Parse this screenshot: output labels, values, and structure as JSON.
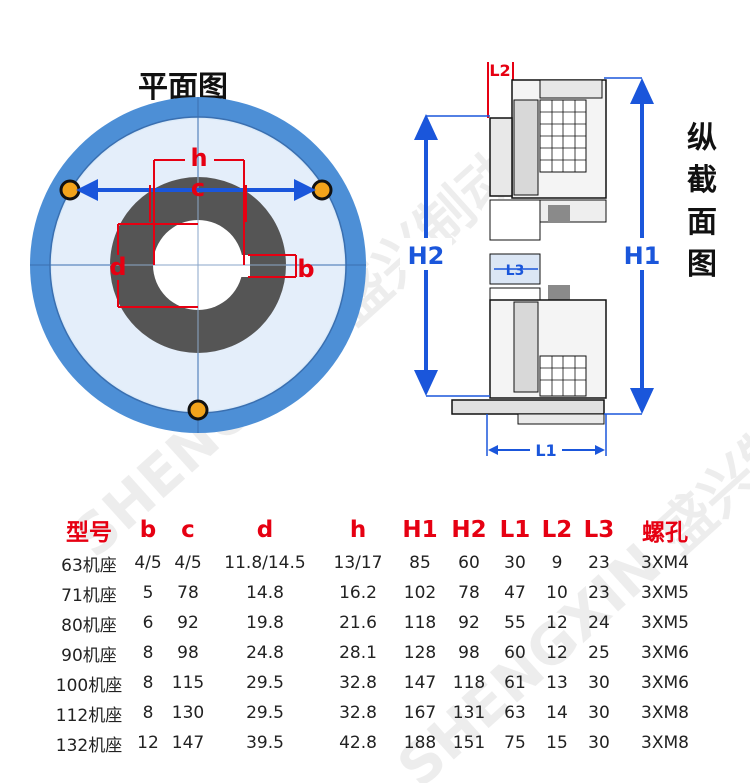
{
  "titles": {
    "plan": "平面图",
    "section_chars": [
      "纵",
      "截",
      "面",
      "图"
    ]
  },
  "watermark": {
    "line1": "SHENGXIN 盛兴制动",
    "line2": "SHENGXIN 盛兴制动"
  },
  "plan_labels": {
    "h": "h",
    "c": "c",
    "d": "d",
    "b": "b"
  },
  "section_labels": {
    "L2": "L2",
    "H2": "H2",
    "H1": "H1",
    "L3": "L3",
    "L1": "L1"
  },
  "colors": {
    "red": "#e60012",
    "blue": "#1a56db",
    "ring": "#4d8fd6",
    "ring_inner": "#d9e9f8",
    "hub": "#555555"
  },
  "table": {
    "headers": [
      "型号",
      "b",
      "c",
      "d",
      "h",
      "H1",
      "H2",
      "L1",
      "L2",
      "L3",
      "螺孔"
    ],
    "rows": [
      [
        "63机座",
        "4/5",
        "4/5",
        "11.8/14.5",
        "13/17",
        "85",
        "60",
        "30",
        "9",
        "23",
        "3XM4"
      ],
      [
        "71机座",
        "5",
        "78",
        "14.8",
        "16.2",
        "102",
        "78",
        "47",
        "10",
        "23",
        "3XM5"
      ],
      [
        "80机座",
        "6",
        "92",
        "19.8",
        "21.6",
        "118",
        "92",
        "55",
        "12",
        "24",
        "3XM5"
      ],
      [
        "90机座",
        "8",
        "98",
        "24.8",
        "28.1",
        "128",
        "98",
        "60",
        "12",
        "25",
        "3XM6"
      ],
      [
        "100机座",
        "8",
        "115",
        "29.5",
        "32.8",
        "147",
        "118",
        "61",
        "13",
        "30",
        "3XM6"
      ],
      [
        "112机座",
        "8",
        "130",
        "29.5",
        "32.8",
        "167",
        "131",
        "63",
        "14",
        "30",
        "3XM8"
      ],
      [
        "132机座",
        "12",
        "147",
        "39.5",
        "42.8",
        "188",
        "151",
        "75",
        "15",
        "30",
        "3XM8"
      ]
    ]
  }
}
